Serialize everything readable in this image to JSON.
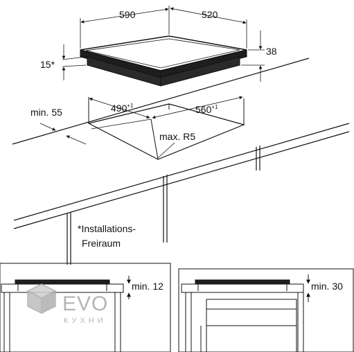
{
  "dimensions": {
    "width_total": "590",
    "depth_total": "520",
    "thickness_visible": "15*",
    "thickness_total": "38",
    "cutout_width": "490",
    "cutout_width_tol": "+1",
    "cutout_depth": "560",
    "cutout_depth_tol": "+1",
    "min_edge_distance": "min. 55",
    "corner_radius": "max. R5"
  },
  "notes": {
    "footnote_line1": "*Installations-",
    "footnote_line2": "Freiraum"
  },
  "clearances": {
    "left_detail": "min. 12",
    "right_detail": "min. 30"
  },
  "watermark": {
    "brand": "EVO",
    "sub": "КУХНИ"
  },
  "colors": {
    "line": "#111111",
    "hob_dark": "#1e1e1e",
    "watermark": "#a9a9a9"
  }
}
